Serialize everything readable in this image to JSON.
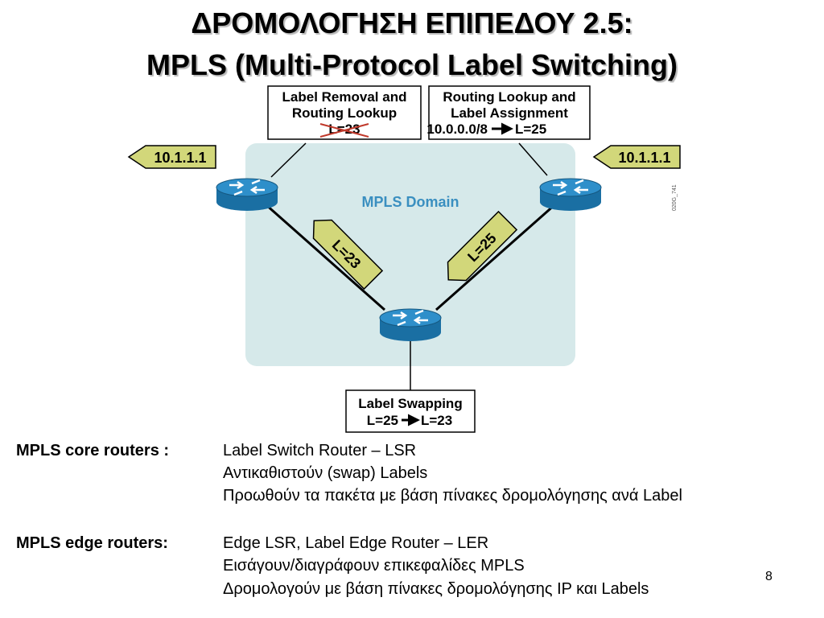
{
  "slide": {
    "title_line1": "ΔΡΟΜΟΛΟΓΗΣΗ ΕΠΙΠΕΔΟΥ 2.5:",
    "title_line2": "MPLS (Multi-Protocol Label Switching)",
    "page_number": "8"
  },
  "diagram": {
    "domain_label": "MPLS Domain",
    "left_box": {
      "line1": "Label Removal and",
      "line2": "Routing Lookup",
      "struck_label": "L=23"
    },
    "right_box": {
      "line1": "Routing Lookup and",
      "line2": "Label Assignment",
      "route": "10.0.0.0/8",
      "label": "L=25"
    },
    "bottom_box": {
      "line1": "Label Swapping",
      "from": "L=25",
      "to": "L=23"
    },
    "packet_left": "10.1.1.1",
    "packet_right": "10.1.1.1",
    "tag_left": "L=23",
    "tag_right": "L=25",
    "figure_code": "020G_741",
    "colors": {
      "domain_fill": "#d6e9ea",
      "tag_fill": "#d2d77a",
      "router_fill": "#1f7fb6",
      "strike": "#c0392b"
    }
  },
  "body": {
    "core": {
      "term": "MPLS core routers :",
      "lines": [
        "Label Switch Router – LSR",
        "Αντικαθιστούν (swap) Labels",
        "Προωθούν τα πακέτα με βάση πίνακες δρομολόγησης ανά Label"
      ]
    },
    "edge": {
      "term": "MPLS edge routers:",
      "lines": [
        "Edge LSR, Label Edge Router – LER",
        "Εισάγουν/διαγράφουν επικεφαλίδες MPLS",
        "Δρομολογούν με βάση πίνακες δρομολόγησης IP και Labels"
      ]
    }
  }
}
